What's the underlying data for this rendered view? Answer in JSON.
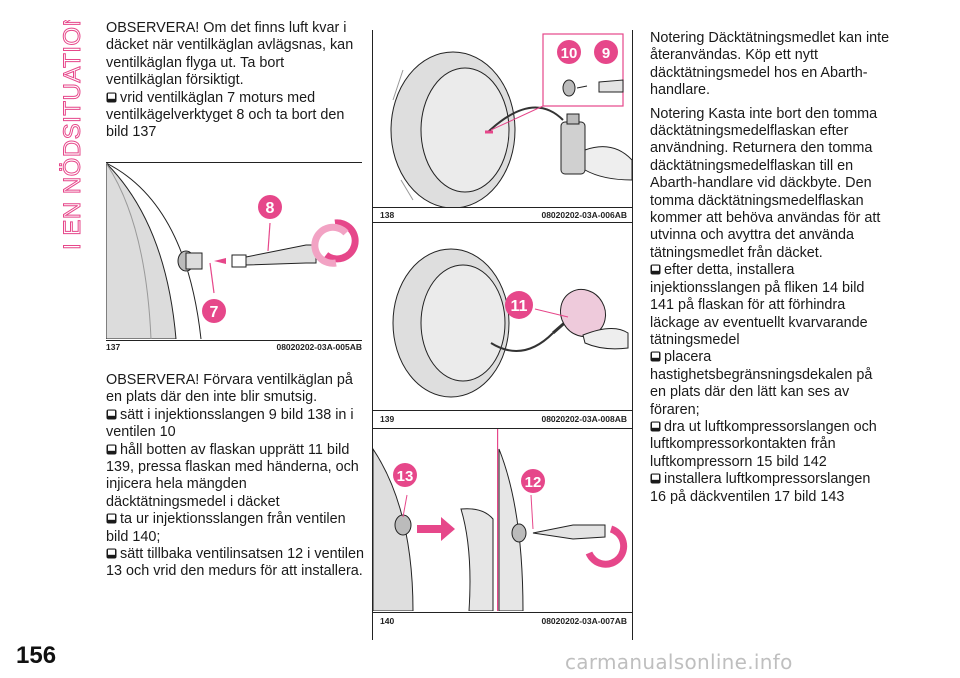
{
  "side_title": "I EN NÖDSITUATION",
  "page_number": "156",
  "watermark": "carmanualsonline.info",
  "colors": {
    "accent": "#e6478a",
    "text": "#1a1a1a",
    "figure_gray": "#d9d9d9"
  },
  "bullet_icon": "checkbox-square-icon",
  "col1": {
    "p1": "OBSERVERA! Om det finns luft kvar i däcket när ventilkäglan avlägsnas, kan ventilkäglan flyga ut. Ta bort ventilkäglan försiktigt.",
    "b1": "vrid ventilkäglan 7 moturs med ventilkägelverktyget 8 och ta bort den bild 137",
    "p2": "OBSERVERA! Förvara ventilkäglan på en plats där den inte blir smutsig.",
    "b2": "sätt i injektionsslangen 9 bild 138 in i ventilen 10",
    "b3": "håll botten av flaskan upprätt 11 bild 139, pressa flaskan med händerna, och injicera hela mängden däcktätningsmedel i däcket",
    "b4": "ta ur injektionsslangen från ventilen bild 140;",
    "b5": "sätt tillbaka ventilinsatsen 12 i ventilen 13 och vrid den medurs för att installera."
  },
  "figures": {
    "f137": {
      "number": "137",
      "code": "08020202-03A-005AB",
      "callouts": [
        "8",
        "7"
      ]
    },
    "f138": {
      "number": "138",
      "code": "08020202-03A-006AB",
      "callouts": [
        "10",
        "9"
      ]
    },
    "f139": {
      "number": "139",
      "code": "08020202-03A-008AB",
      "callouts": [
        "11"
      ]
    },
    "f140": {
      "number": "140",
      "code": "08020202-03A-007AB",
      "callouts": [
        "13",
        "12"
      ]
    }
  },
  "col3": {
    "p1": "Notering  Däcktätningsmedlet kan inte återanvändas. Köp ett nytt däcktätningsmedel hos en Abarth-handlare.",
    "p2": "Notering  Kasta inte bort den tomma däcktätningsmedelflaskan efter användning. Returnera den tomma däcktätningsmedelflaskan till en Abarth-handlare vid däckbyte. Den tomma däcktätningsmedelflaskan kommer att behöva användas för att utvinna och avyttra det använda tätningsmedlet från däcket.",
    "b1": "efter detta, installera injektionsslangen på fliken 14 bild 141 på flaskan för att förhindra läckage av eventuellt kvarvarande tätningsmedel",
    "b2": "placera hastighetsbegränsningsdekalen på en plats där den lätt kan ses av föraren;",
    "b3": "dra ut luftkompressorslangen och luftkompressorkontakten från luftkompressorn 15 bild 142",
    "b4": "installera luftkompressorslangen 16 på däckventilen 17 bild 143"
  }
}
